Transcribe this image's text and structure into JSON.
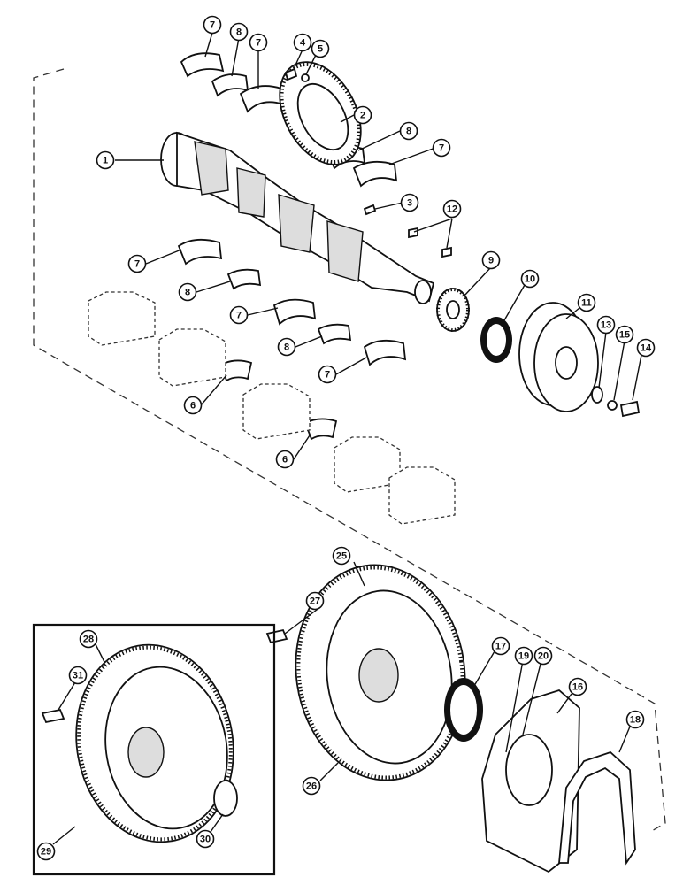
{
  "callouts": [
    {
      "id": "c1",
      "label": "1"
    },
    {
      "id": "c2",
      "label": "2"
    },
    {
      "id": "c3",
      "label": "3"
    },
    {
      "id": "c4",
      "label": "4"
    },
    {
      "id": "c5",
      "label": "5"
    },
    {
      "id": "c6a",
      "label": "6"
    },
    {
      "id": "c6b",
      "label": "6"
    },
    {
      "id": "c7a",
      "label": "7"
    },
    {
      "id": "c7b",
      "label": "7"
    },
    {
      "id": "c7c",
      "label": "7"
    },
    {
      "id": "c7d",
      "label": "7"
    },
    {
      "id": "c7e",
      "label": "7"
    },
    {
      "id": "c7f",
      "label": "7"
    },
    {
      "id": "c8a",
      "label": "8"
    },
    {
      "id": "c8b",
      "label": "8"
    },
    {
      "id": "c8c",
      "label": "8"
    },
    {
      "id": "c8d",
      "label": "8"
    },
    {
      "id": "c9",
      "label": "9"
    },
    {
      "id": "c10",
      "label": "10"
    },
    {
      "id": "c11",
      "label": "11"
    },
    {
      "id": "c12",
      "label": "12"
    },
    {
      "id": "c13",
      "label": "13"
    },
    {
      "id": "c14",
      "label": "14"
    },
    {
      "id": "c15",
      "label": "15"
    },
    {
      "id": "c16",
      "label": "16"
    },
    {
      "id": "c17",
      "label": "17"
    },
    {
      "id": "c18",
      "label": "18"
    },
    {
      "id": "c19",
      "label": "19"
    },
    {
      "id": "c20",
      "label": "20"
    },
    {
      "id": "c25",
      "label": "25"
    },
    {
      "id": "c26",
      "label": "26"
    },
    {
      "id": "c27",
      "label": "27"
    },
    {
      "id": "c28",
      "label": "28"
    },
    {
      "id": "c29",
      "label": "29"
    },
    {
      "id": "c30",
      "label": "30"
    },
    {
      "id": "c31",
      "label": "31"
    }
  ]
}
